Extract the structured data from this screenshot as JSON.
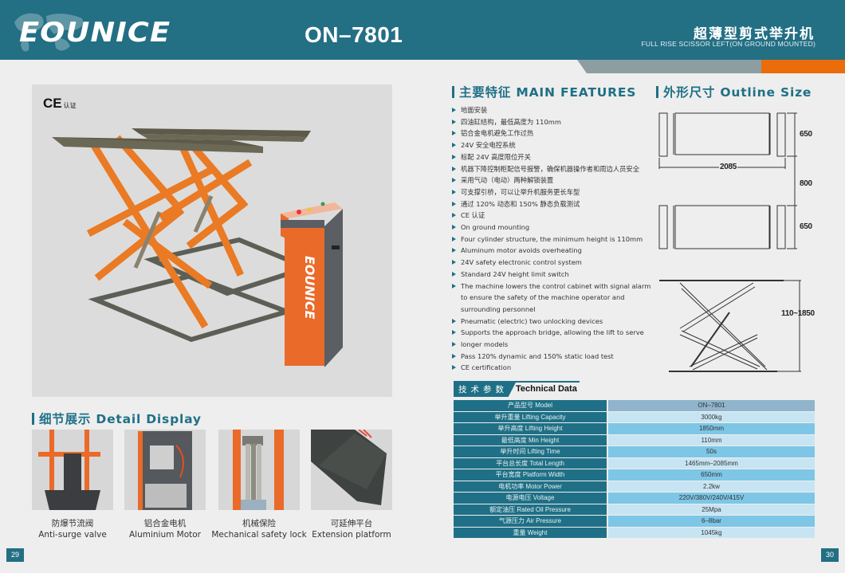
{
  "header": {
    "brand": "EOUNICE",
    "model": "ON–7801",
    "title_cn": "超薄型剪式举升机",
    "title_en": "FULL RISE SCISSOR LEFT(ON GROUND MOUNTED)",
    "colors": {
      "primary": "#236f84",
      "accent": "#ea6c0b",
      "stripe": "#8c9ea2"
    }
  },
  "product_image": {
    "ce_mark": "CE",
    "ce_label": "认证",
    "cabinet_brand": "EOUNICE"
  },
  "main_features": {
    "heading": "主要特征 MAIN FEATURES",
    "items_cn": [
      "地面安装",
      "四油缸结构，最低高度为 110mm",
      "铝合金电机避免工作过热",
      "24V 安全电控系统",
      "标配 24V 高度限位开关",
      "机器下降控制柜配信号报警，确保机器操作者和周边人员安全",
      "采用气动（电动）两种解锁装置",
      "可支撑引桥，可以让举升机服务更长车型",
      "通过 120% 动态和 150% 静态负载测试",
      "CE 认证"
    ],
    "items_en": [
      "On ground mounting",
      "Four cylinder structure, the minimum height is 110mm",
      "Aluminum motor avoids overheating",
      "24V safety electronic control system",
      "Standard 24V height limit switch",
      "The machine lowers the control cabinet with signal alarm",
      "to ensure the safety of the machine operator and",
      "surrounding personnel",
      "Pneumatic (electric) two unlocking devices",
      "Supports the approach bridge, allowing the lift to serve",
      "longer models",
      "Pass 120% dynamic and 150% static load test",
      "CE certification"
    ]
  },
  "outline_size": {
    "heading": "外形尺寸 Outline Size",
    "platform_width_top": "650",
    "length": "2085",
    "gap": "800",
    "platform_width_bottom": "650",
    "height_range": "110~1850"
  },
  "technical_data": {
    "heading_cn": "技术参数",
    "heading_en": "Technical Data",
    "rows": [
      {
        "label": "产品型号 Model",
        "value": "ON–7801"
      },
      {
        "label": "举升重量 Lifting Capacity",
        "value": "3000kg"
      },
      {
        "label": "举升高度 Lifting Height",
        "value": "1850mm"
      },
      {
        "label": "最低高度 Min Height",
        "value": "110mm"
      },
      {
        "label": "举升时间 Lifting Time",
        "value": "50s"
      },
      {
        "label": "平台总长度 Total Length",
        "value": "1465mm–2085mm"
      },
      {
        "label": "平台宽度 Platform Width",
        "value": "650mm"
      },
      {
        "label": "电机功率 Motor Power",
        "value": "2.2kw"
      },
      {
        "label": "电源电压 Voltage",
        "value": "220V/380V/240V/415V"
      },
      {
        "label": "额定油压 Rated Oil Pressure",
        "value": "25Mpa"
      },
      {
        "label": "气源压力 Air Pressure",
        "value": "6–8bar"
      },
      {
        "label": "重量 Weight",
        "value": "1045kg"
      }
    ]
  },
  "detail_display": {
    "heading": "细节展示 Detail Display",
    "items": [
      {
        "cn": "防爆节流阀",
        "en": "Anti-surge valve"
      },
      {
        "cn": "铝合金电机",
        "en": "Aluminium Motor"
      },
      {
        "cn": "机械保险",
        "en": "Mechanical safety lock"
      },
      {
        "cn": "可延伸平台",
        "en": "Extension platform"
      }
    ]
  },
  "footer": {
    "page_left": "29",
    "page_right": "30"
  }
}
